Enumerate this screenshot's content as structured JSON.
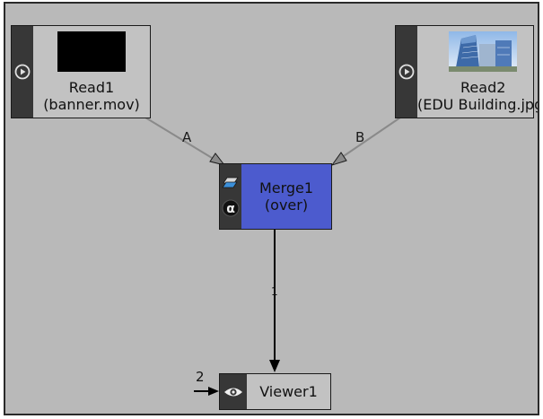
{
  "colors": {
    "canvas": "#b9b9b9",
    "node_body": "#c2c2c2",
    "node_strip": "#373737",
    "merge_body": "#4c5bce",
    "edge": "#888888",
    "pipe": "#000000"
  },
  "nodes": {
    "read1": {
      "title": "Read1",
      "subtitle": "(banner.mov)",
      "icon": "play-circle-icon"
    },
    "read2": {
      "title": "Read2",
      "subtitle": "(EDU Building.jpg)",
      "icon": "play-circle-icon"
    },
    "merge1": {
      "title": "Merge1",
      "subtitle": "(over)",
      "icons": [
        "layers-icon",
        "alpha-icon"
      ],
      "alpha_glyph": "α"
    },
    "viewer1": {
      "title": "Viewer1",
      "icon": "eye-icon"
    }
  },
  "edges": {
    "a_label": "A",
    "b_label": "B",
    "pipe_label": "1",
    "viewer_input_label": "2"
  }
}
